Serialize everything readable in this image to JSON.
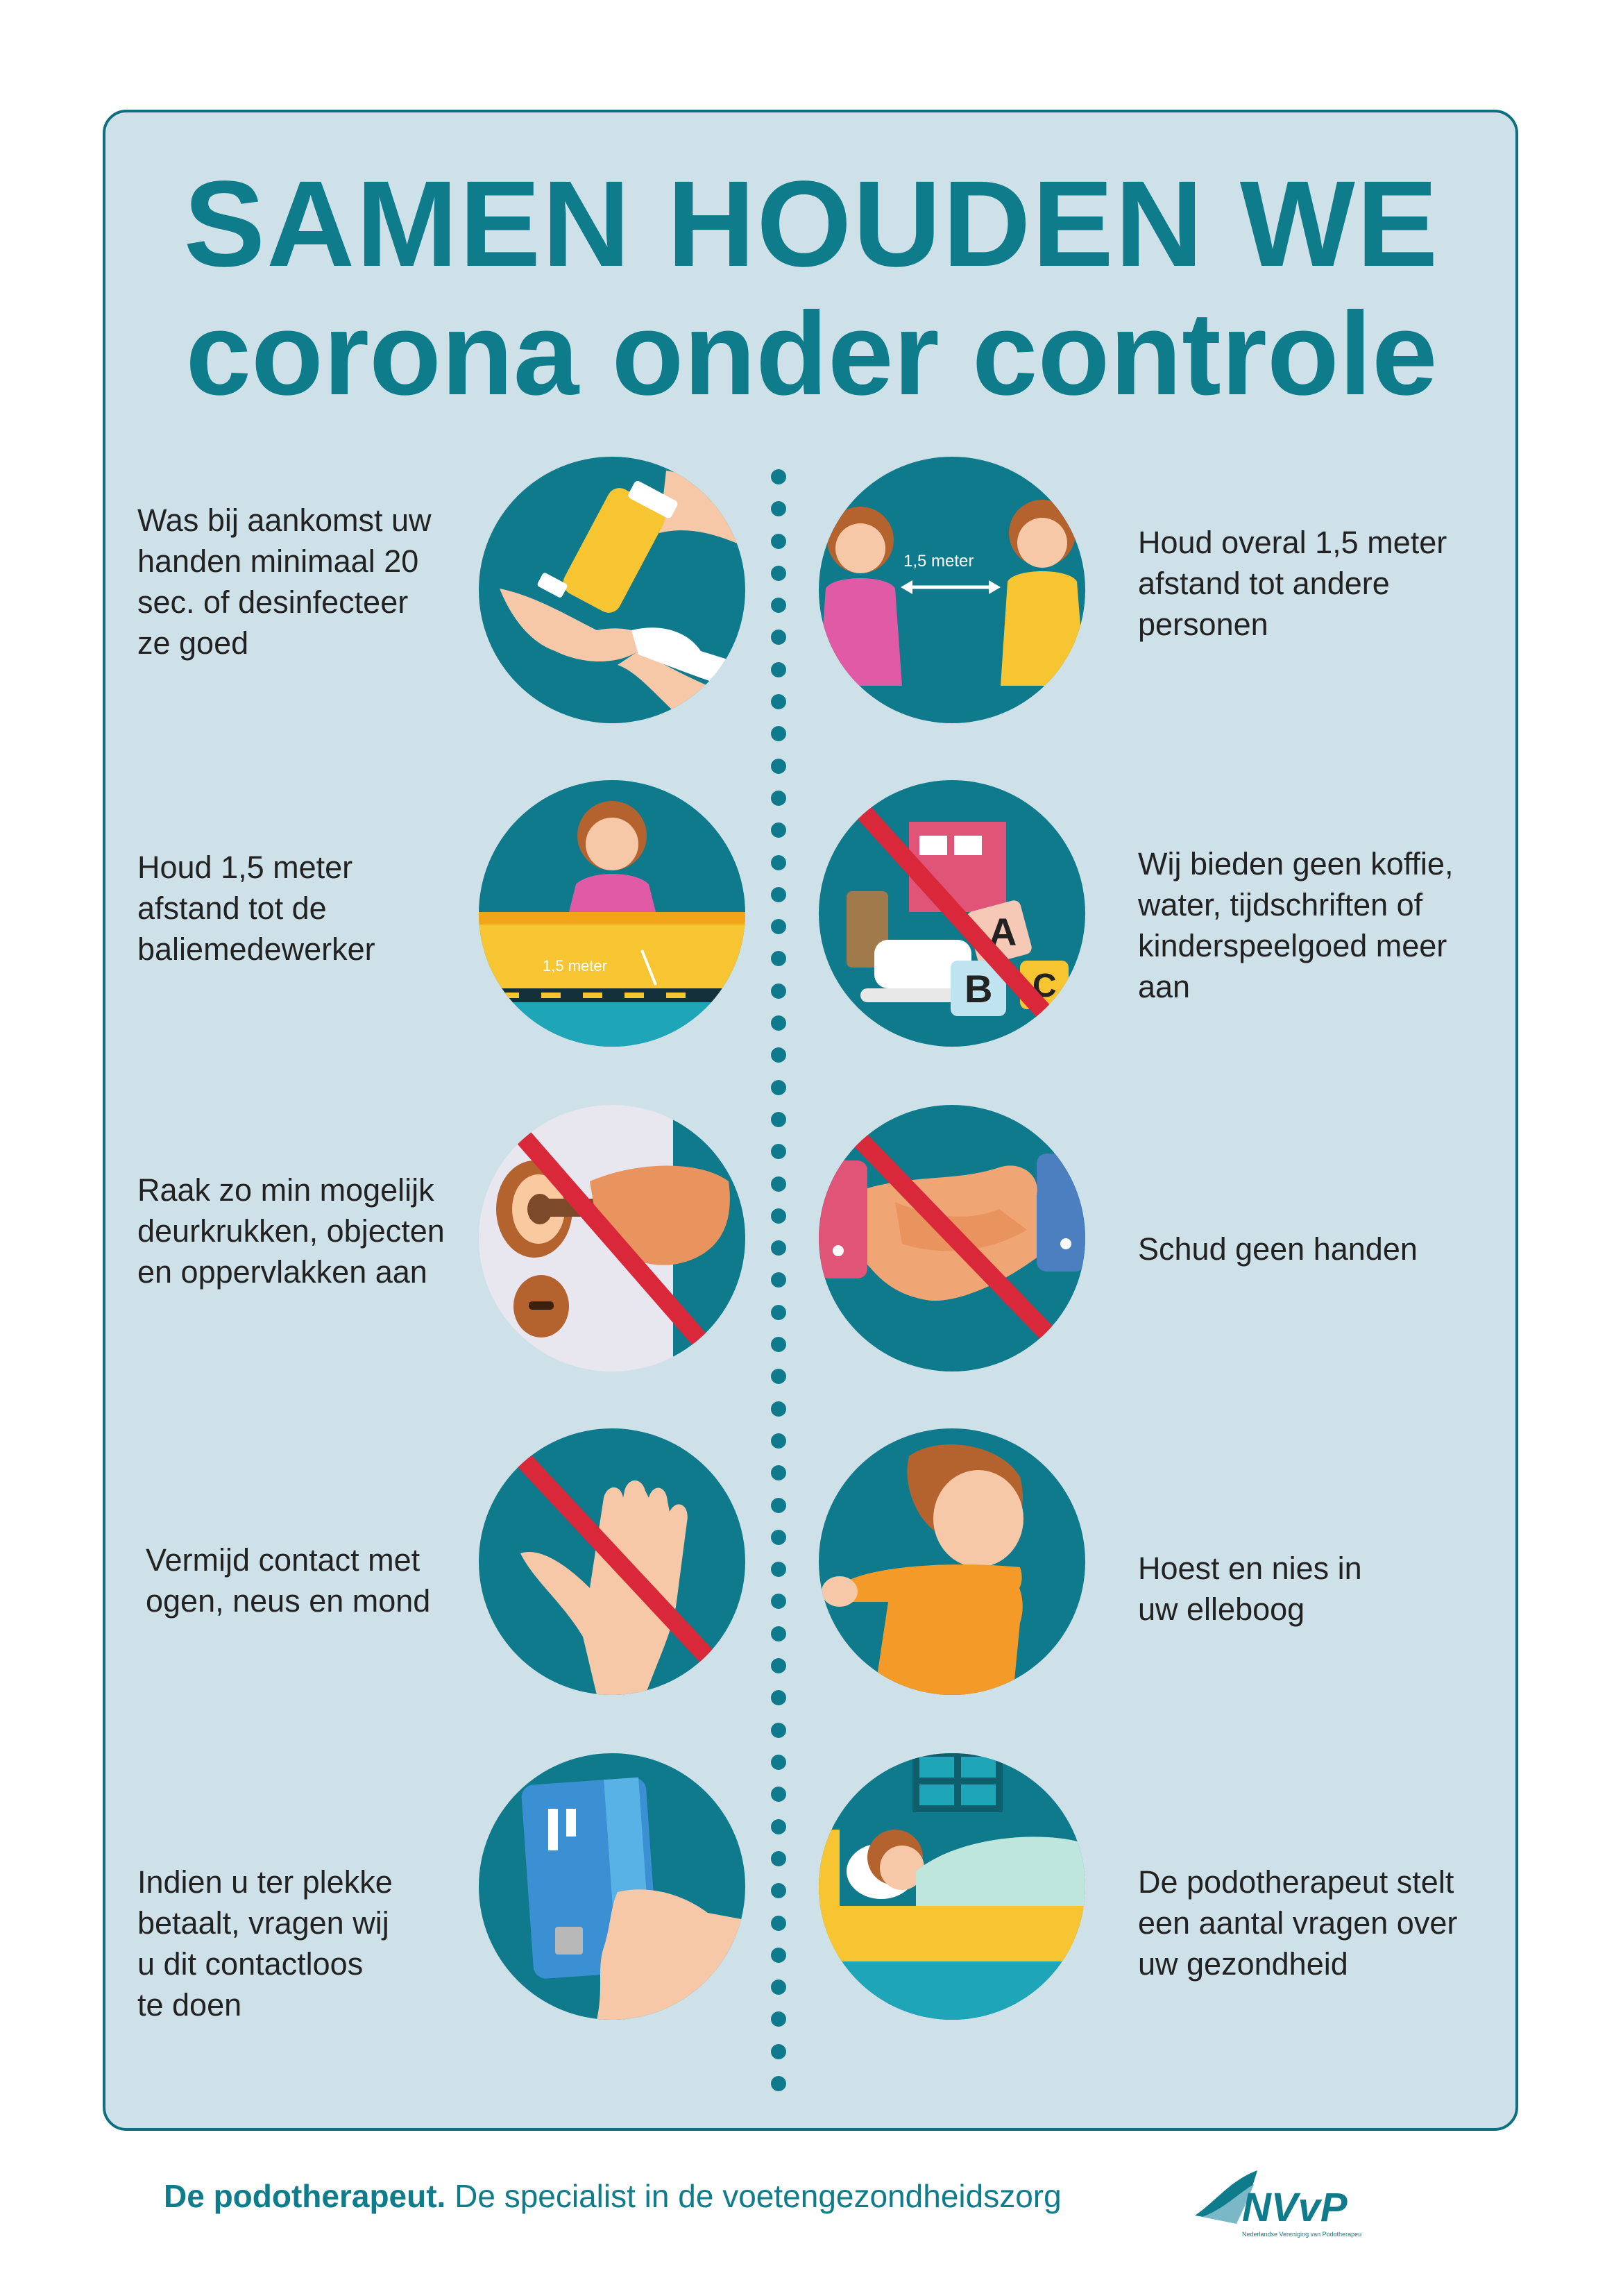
{
  "title": {
    "line1": "SAMEN HOUDEN WE",
    "line2": "corona onder controle"
  },
  "items_left": [
    {
      "lines": [
        "Was bij aankomst uw",
        "handen minimaal 20",
        "sec. of desinfecteer",
        "ze goed"
      ],
      "icon": "hand-sanitizer-icon"
    },
    {
      "lines": [
        "Houd 1,5 meter",
        "afstand tot de",
        "baliemedewerker"
      ],
      "icon": "reception-desk-icon",
      "label": "1,5 meter"
    },
    {
      "lines": [
        "Raak zo min mogelijk",
        "deurkrukken, objecten",
        "en oppervlakken aan"
      ],
      "icon": "no-door-handle-icon"
    },
    {
      "lines": [
        "Vermijd contact met",
        "ogen, neus en mond"
      ],
      "icon": "no-face-touch-icon"
    },
    {
      "lines": [
        "Indien u ter plekke",
        "betaalt, vragen wij",
        "u dit contactloos",
        "te doen"
      ],
      "icon": "contactless-card-icon"
    }
  ],
  "items_right": [
    {
      "lines": [
        "Houd overal 1,5 meter",
        "afstand tot andere",
        "personen"
      ],
      "icon": "social-distance-icon",
      "label": "1,5 meter"
    },
    {
      "lines": [
        "Wij bieden geen koffie,",
        "water, tijdschriften of",
        "kinderspeelgoed meer",
        "aan"
      ],
      "icon": "no-coffee-toys-icon"
    },
    {
      "lines": [
        "Schud geen handen"
      ],
      "icon": "no-handshake-icon"
    },
    {
      "lines": [
        "Hoest en nies in",
        "uw elleboog"
      ],
      "icon": "cough-elbow-icon"
    },
    {
      "lines": [
        "De podotherapeut stelt",
        "een aantal vragen over",
        "uw gezondheid"
      ],
      "icon": "sick-in-bed-icon"
    }
  ],
  "footer": {
    "brand": "De podotherapeut.",
    "tagline": " De specialist in de voetengezondheidszorg"
  },
  "logo": {
    "text": "NVvP",
    "subtitle": "Nederlandse Vereniging van Podotherapeuten"
  },
  "colors": {
    "teal": "#0e7a8b",
    "panel": "#cfe1e8",
    "forbid_red": "#d9283a"
  }
}
